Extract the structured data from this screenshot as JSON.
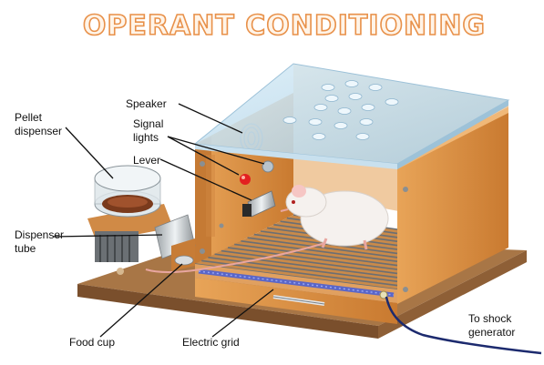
{
  "title": "OPERANT CONDITIONING",
  "labels": {
    "speaker": "Speaker",
    "signal_lights_1": "Signal",
    "signal_lights_2": "lights",
    "lever": "Lever",
    "pellet_dispenser_1": "Pellet",
    "pellet_dispenser_2": "dispenser",
    "dispenser_tube_1": "Dispenser",
    "dispenser_tube_2": "tube",
    "food_cup": "Food cup",
    "electric_grid": "Electric grid",
    "shock_generator_1": "To shock",
    "shock_generator_2": "generator"
  },
  "colors": {
    "title_fill": "#fff4e8",
    "title_stroke": "#e8914a",
    "box_wood": "#d98c3c",
    "box_wood_dark": "#b8702a",
    "base_wood": "#9a6a3a",
    "glass": "#bcd9ea",
    "signal_red": "#e32020",
    "grid_blue": "#5a66c8",
    "rat": "#f3efec"
  }
}
